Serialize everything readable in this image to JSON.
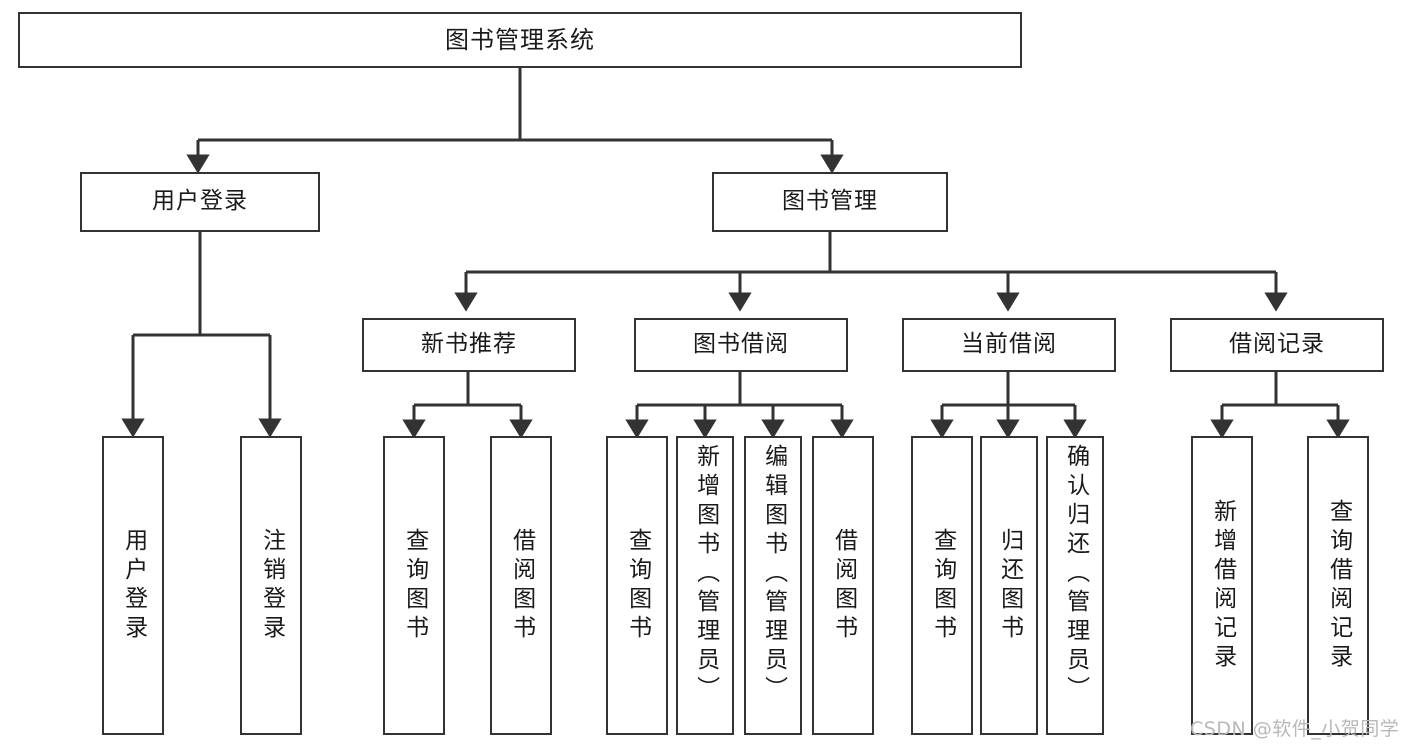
{
  "diagram": {
    "title": "图书管理系统",
    "nodes": {
      "root": {
        "label": "图书管理系统"
      },
      "level1": [
        {
          "id": "user-login",
          "label": "用户登录"
        },
        {
          "id": "book-management",
          "label": "图书管理"
        }
      ],
      "level2": [
        {
          "id": "new-book-recommend",
          "label": "新书推荐"
        },
        {
          "id": "book-borrow",
          "label": "图书借阅"
        },
        {
          "id": "current-borrow",
          "label": "当前借阅"
        },
        {
          "id": "borrow-record",
          "label": "借阅记录"
        }
      ],
      "leaves": {
        "user_login": [
          {
            "id": "leaf-user-login",
            "label": "用户登录"
          },
          {
            "id": "leaf-logout-login",
            "label": "注销登录"
          }
        ],
        "new_book_recommend": [
          {
            "id": "leaf-query-book-1",
            "label": "查询图书"
          },
          {
            "id": "leaf-borrow-book-1",
            "label": "借阅图书"
          }
        ],
        "book_borrow": [
          {
            "id": "leaf-query-book-2",
            "label": "查询图书"
          },
          {
            "id": "leaf-add-book",
            "label": "新增图书（管理员）"
          },
          {
            "id": "leaf-edit-book",
            "label": "编辑图书（管理员）"
          },
          {
            "id": "leaf-borrow-book-2",
            "label": "借阅图书"
          }
        ],
        "current_borrow": [
          {
            "id": "leaf-query-book-3",
            "label": "查询图书"
          },
          {
            "id": "leaf-return-book",
            "label": "归还图书"
          },
          {
            "id": "leaf-confirm-return",
            "label": "确认归还（管理员）"
          }
        ],
        "borrow_record": [
          {
            "id": "leaf-add-borrow-record",
            "label": "新增借阅记录"
          },
          {
            "id": "leaf-query-borrow-record",
            "label": "查询借阅记录"
          }
        ]
      }
    },
    "colors": {
      "stroke": "#333333",
      "box_fill": "#ffffff",
      "text": "#1a1a1a",
      "watermark": "#b8b8b8",
      "background": "#ffffff"
    }
  },
  "watermark": {
    "text": "CSDN @软件_小贺同学"
  }
}
